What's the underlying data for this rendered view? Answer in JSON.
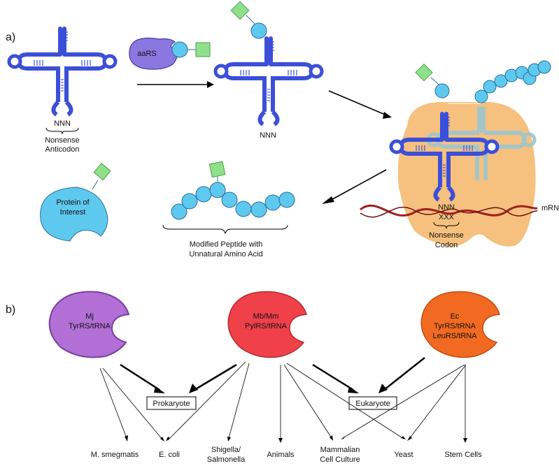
{
  "panel_a": {
    "label": "a)",
    "codon_nnn": "NNN",
    "anticodon_caption_1": "Nonsense",
    "anticodon_caption_2": "Anticodon",
    "aars_label": "aaRS",
    "charged_trna_codon": "NNN",
    "ribosome_nnn": "NNN",
    "ribosome_xxx": "XXX",
    "mrna_label": "mRNA",
    "nonsense_codon_1": "Nonsense",
    "nonsense_codon_2": "Codon",
    "protein_line1": "Protein of",
    "protein_line2": "Interest",
    "peptide_caption_1": "Modified Peptide with",
    "peptide_caption_2": "Unnatural Amino Acid"
  },
  "panel_b": {
    "label": "b)",
    "enzymes": [
      {
        "line1": "Mj",
        "line2": "TyrRS/tRNA",
        "line3": "",
        "color": "#b26fd6"
      },
      {
        "line1": "Mb/Mm",
        "line2": "PylRS/tRNA",
        "line3": "",
        "color": "#f0414b"
      },
      {
        "line1": "Ec",
        "line2": "TyrRS/tRNA",
        "line3": "LeuRS/tRNA",
        "color": "#f26a22"
      }
    ],
    "domains": [
      "Prokaryote",
      "Eukaryote"
    ],
    "organisms": [
      {
        "line1": "M. smegmatis",
        "line2": ""
      },
      {
        "line1": "E. coli",
        "line2": ""
      },
      {
        "line1": "Shigella/",
        "line2": "Salmonella"
      },
      {
        "line1": "Animals",
        "line2": ""
      },
      {
        "line1": "Mammalian",
        "line2": "Cell Culture"
      },
      {
        "line1": "Yeast",
        "line2": ""
      },
      {
        "line1": "Stem Cells",
        "line2": ""
      }
    ]
  },
  "colors": {
    "trna": "#3b4fd8",
    "trna_light": "#9cc6cf",
    "bead": "#5ec9ee",
    "amino_acid": "#8fe08a",
    "ribosome": "#f6c07e",
    "mrna": "#a01f1f",
    "aars": "#8a78e0",
    "protein": "#5ec9ee"
  }
}
